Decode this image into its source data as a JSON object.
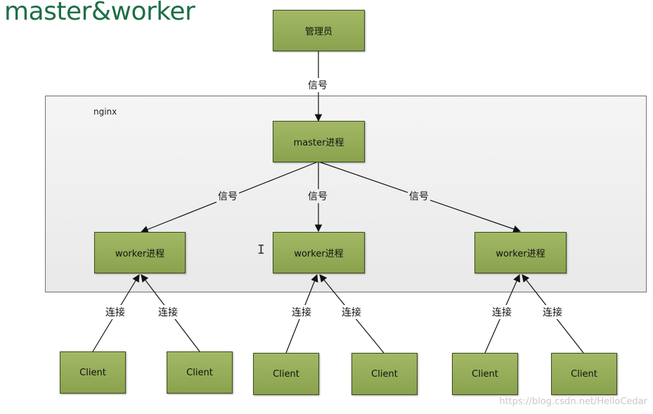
{
  "title": "master&worker",
  "nginx_label": "nginx",
  "nodes": {
    "admin": "管理员",
    "master": "master进程",
    "worker1": "worker进程",
    "worker2": "worker进程",
    "worker3": "worker进程",
    "client1": "Client",
    "client2": "Client",
    "client3": "Client",
    "client4": "Client",
    "client5": "Client",
    "client6": "Client"
  },
  "edge_labels": {
    "admin_master": "信号",
    "master_worker1": "信号",
    "master_worker2": "信号",
    "master_worker3": "信号",
    "connect": "连接"
  },
  "watermark": "https://blog.csdn.net/HelloCedar",
  "colors": {
    "node_fill": "#94ab57",
    "title": "#1d6e45"
  }
}
